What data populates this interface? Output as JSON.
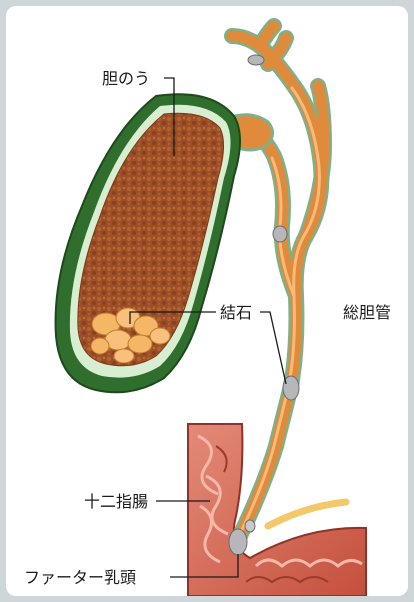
{
  "labels": {
    "gallbladder": "胆のう",
    "gallstones": "結石",
    "common_bile_duct": "総胆管",
    "duodenum": "十二指腸",
    "papilla_of_vater": "ファーター乳頭"
  },
  "colors": {
    "frame_background": "#cfd6d9",
    "gallbladder_wall": "#2d6a2a",
    "gallbladder_interior": "#a2532a",
    "bile_duct": "#e08a3c",
    "duodenum": "#d56a5a",
    "stones": "#f5b765",
    "duct_stone": "#b7b7bb",
    "leader_line": "#1a1a1a"
  }
}
